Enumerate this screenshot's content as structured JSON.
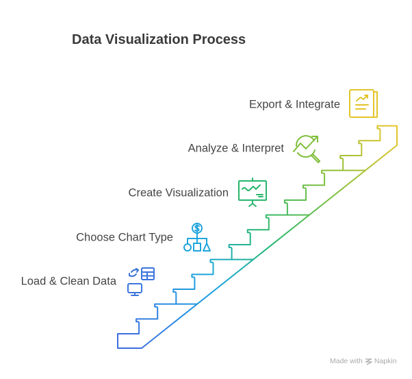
{
  "title": "Data Visualization Process",
  "steps": [
    {
      "label": "Load & Clean Data",
      "icon": "data-transform-icon",
      "color": "#3b74dc"
    },
    {
      "label": "Choose Chart Type",
      "icon": "decision-tree-icon",
      "color": "#1ea5dc"
    },
    {
      "label": "Create Visualization",
      "icon": "presentation-chart-icon",
      "color": "#27b56b"
    },
    {
      "label": "Analyze & Interpret",
      "icon": "chart-magnifier-icon",
      "color": "#7fbe3a"
    },
    {
      "label": "Export & Integrate",
      "icon": "report-document-icon",
      "color": "#e3c42a"
    }
  ],
  "footer": {
    "prefix": "Made with",
    "brand": "Napkin"
  }
}
